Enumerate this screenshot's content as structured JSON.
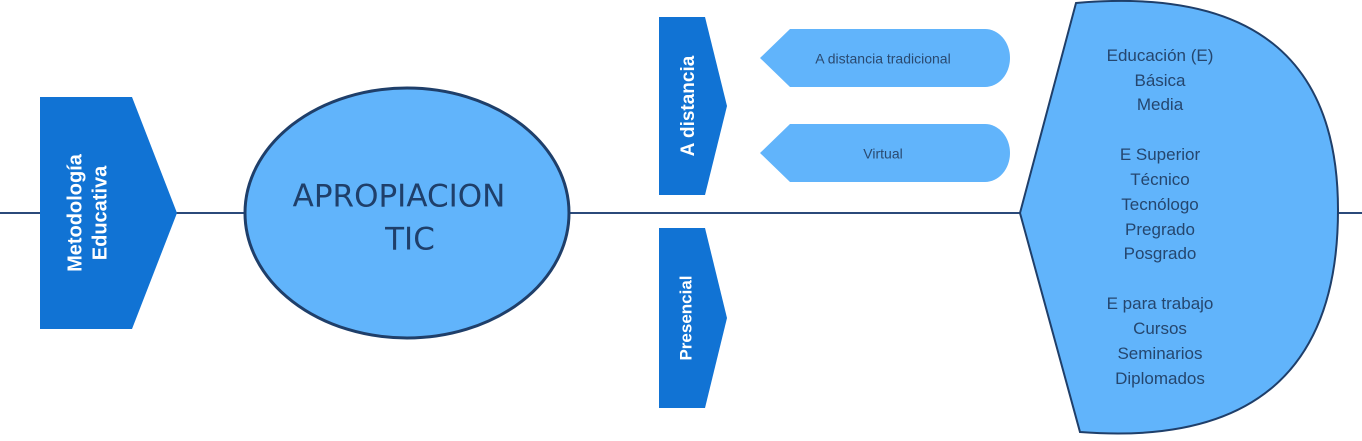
{
  "diagram": {
    "root_label": "Metodología Educativa",
    "root_label_lines": [
      "Metodología",
      "Educativa"
    ],
    "center_label_lines": [
      "APROPIACION",
      "TIC"
    ],
    "branch_distance": "A distancia",
    "branch_presencial": "Presencial",
    "pill_traditional": "A distancia tradicional",
    "pill_virtual": "Virtual",
    "levels": [
      "Educación (E)",
      "Básica",
      "Media",
      "E Superior",
      "Técnico",
      "Tecnólogo",
      "Pregrado",
      "Posgrado",
      "E para trabajo",
      "Cursos",
      "Seminarios",
      "Diplomados"
    ]
  },
  "colors": {
    "dark_blue": "#1173d4",
    "light_blue": "#61b4fb",
    "outline": "#1f3f6a",
    "line": "#2b4a7a"
  }
}
